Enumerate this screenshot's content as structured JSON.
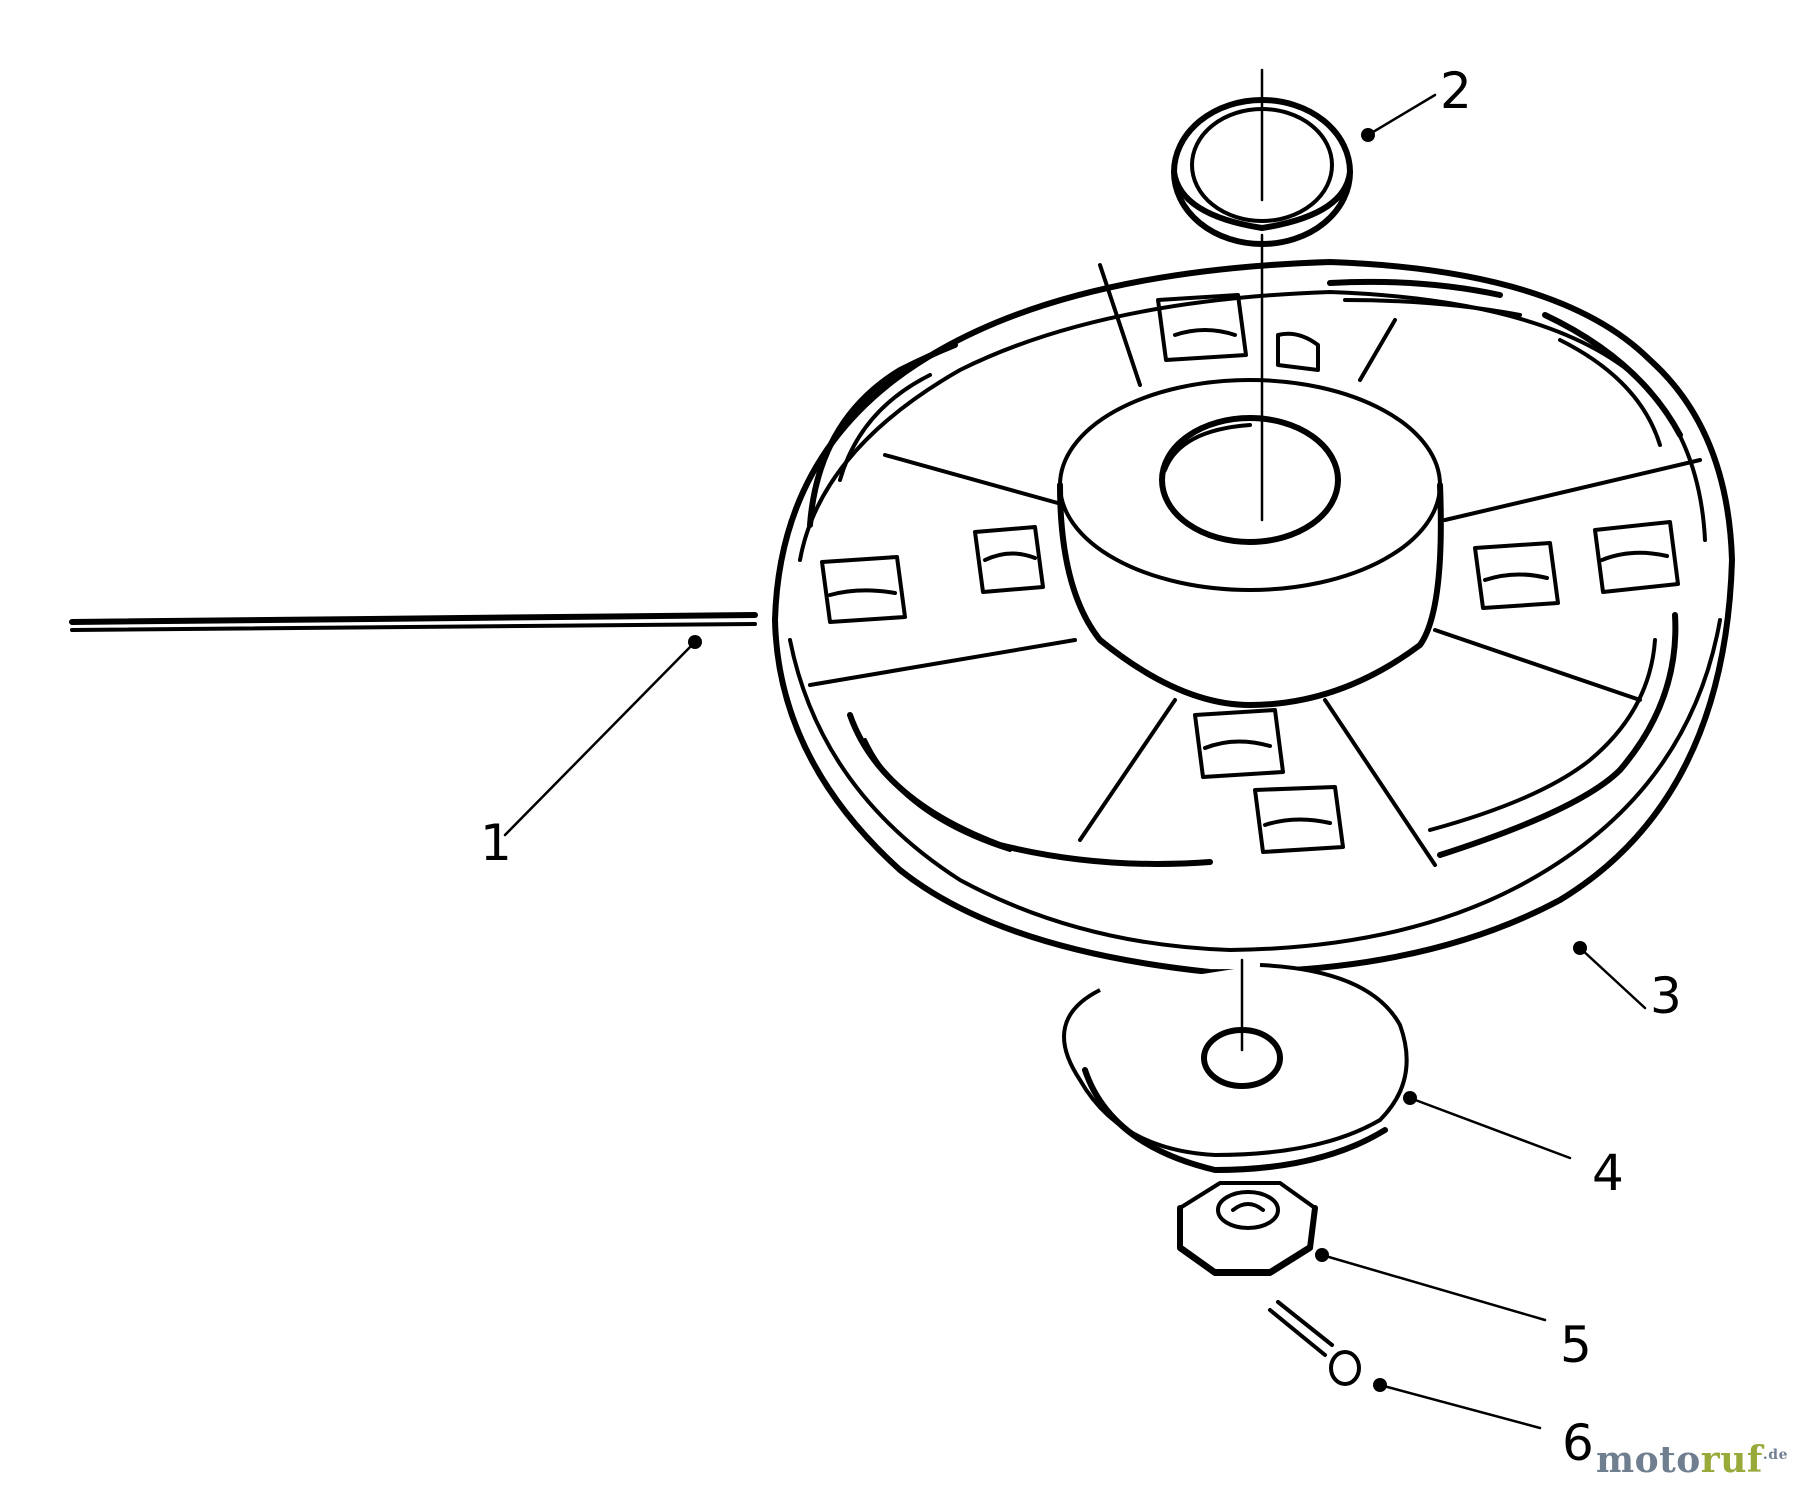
{
  "callouts": [
    {
      "id": "1",
      "label": "1"
    },
    {
      "id": "2",
      "label": "2"
    },
    {
      "id": "3",
      "label": "3"
    },
    {
      "id": "4",
      "label": "4"
    },
    {
      "id": "5",
      "label": "5"
    },
    {
      "id": "6",
      "label": "6"
    }
  ],
  "watermark": {
    "part_a": "moto",
    "part_b": "ruf",
    "part_c": ".de"
  },
  "colors": {
    "ink": "#000000",
    "background": "#ffffff",
    "watermark_gray": "#6f7f90",
    "watermark_green": "#9aaa3a"
  }
}
